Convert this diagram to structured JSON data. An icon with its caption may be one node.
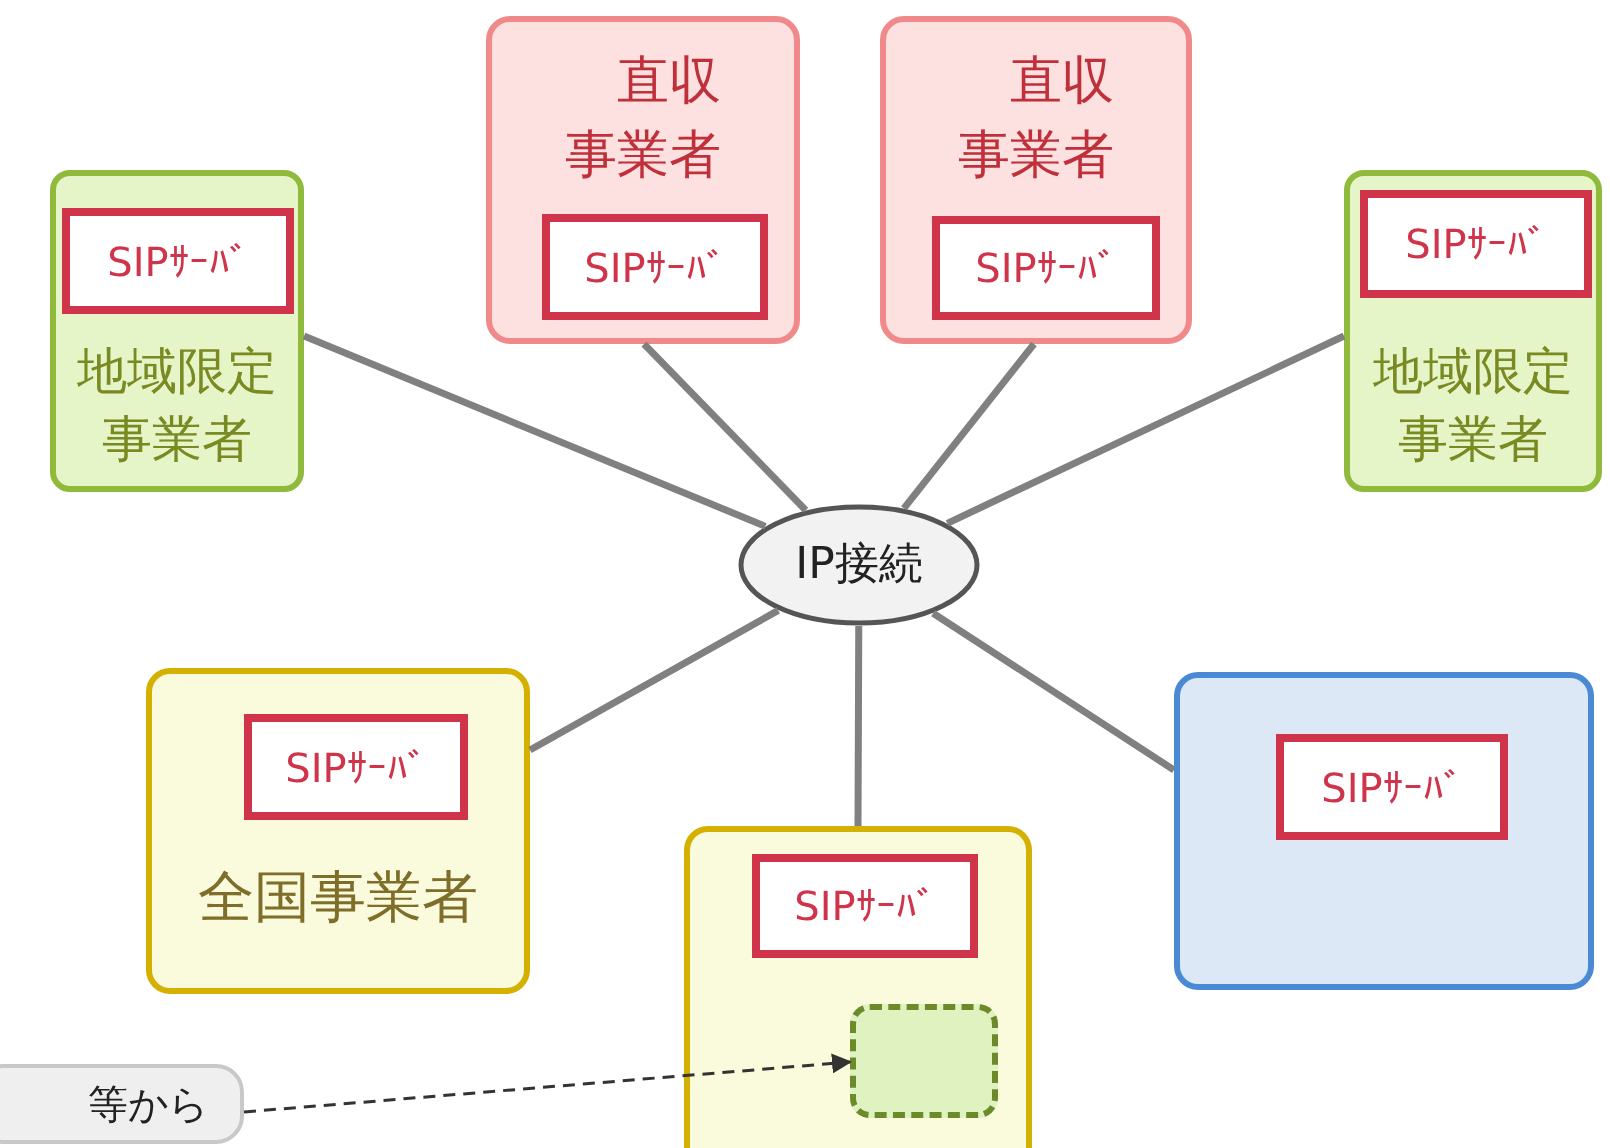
{
  "diagram": {
    "nodes": [
      {
        "text": [
          "IP接続"
        ]
      },
      {
        "text": [
          "地域限定事業者"
        ]
      },
      {
        "text": [
          "SIPｻｰﾊﾞ"
        ],
        "in": 1
      },
      {
        "text": [
          "直収事業者"
        ]
      },
      {
        "text": [
          "SIPｻｰﾊﾞ"
        ],
        "in": 3
      },
      {
        "text": [
          "直収事業者"
        ]
      },
      {
        "text": [
          "SIPｻｰﾊﾞ"
        ],
        "in": 5
      },
      {
        "text": [
          "地域限定事業者"
        ]
      },
      {
        "text": [
          "SIPｻｰﾊﾞ"
        ],
        "in": 7
      },
      {
        "text": [
          "全国事業者"
        ]
      },
      {
        "text": [
          "SIPｻｰﾊﾞ"
        ],
        "in": 9
      },
      {
        "text": [],
        "shape": "box"
      },
      {
        "text": [
          "SIPｻｰﾊﾞ"
        ],
        "in": 11
      },
      {
        "text": [],
        "shape": "box",
        "in": 11
      },
      {
        "text": [],
        "shape": "box"
      },
      {
        "text": [
          "SIPｻｰﾊﾞ"
        ],
        "in": 14
      },
      {
        "text": [
          "等から"
        ]
      }
    ],
    "edges": [
      {
        "from": 0,
        "to": 1,
        "arrow": "none"
      },
      {
        "from": 0,
        "to": 3,
        "arrow": "none"
      },
      {
        "from": 0,
        "to": 5,
        "arrow": "none"
      },
      {
        "from": 0,
        "to": 7,
        "arrow": "none"
      },
      {
        "from": 0,
        "to": 9,
        "arrow": "none"
      },
      {
        "from": 0,
        "to": 11,
        "arrow": "none"
      },
      {
        "from": 0,
        "to": 14,
        "arrow": "none"
      },
      {
        "from": 16,
        "to": 13,
        "arrow": "to",
        "style": "dashed",
        "color": "#333333"
      }
    ]
  }
}
